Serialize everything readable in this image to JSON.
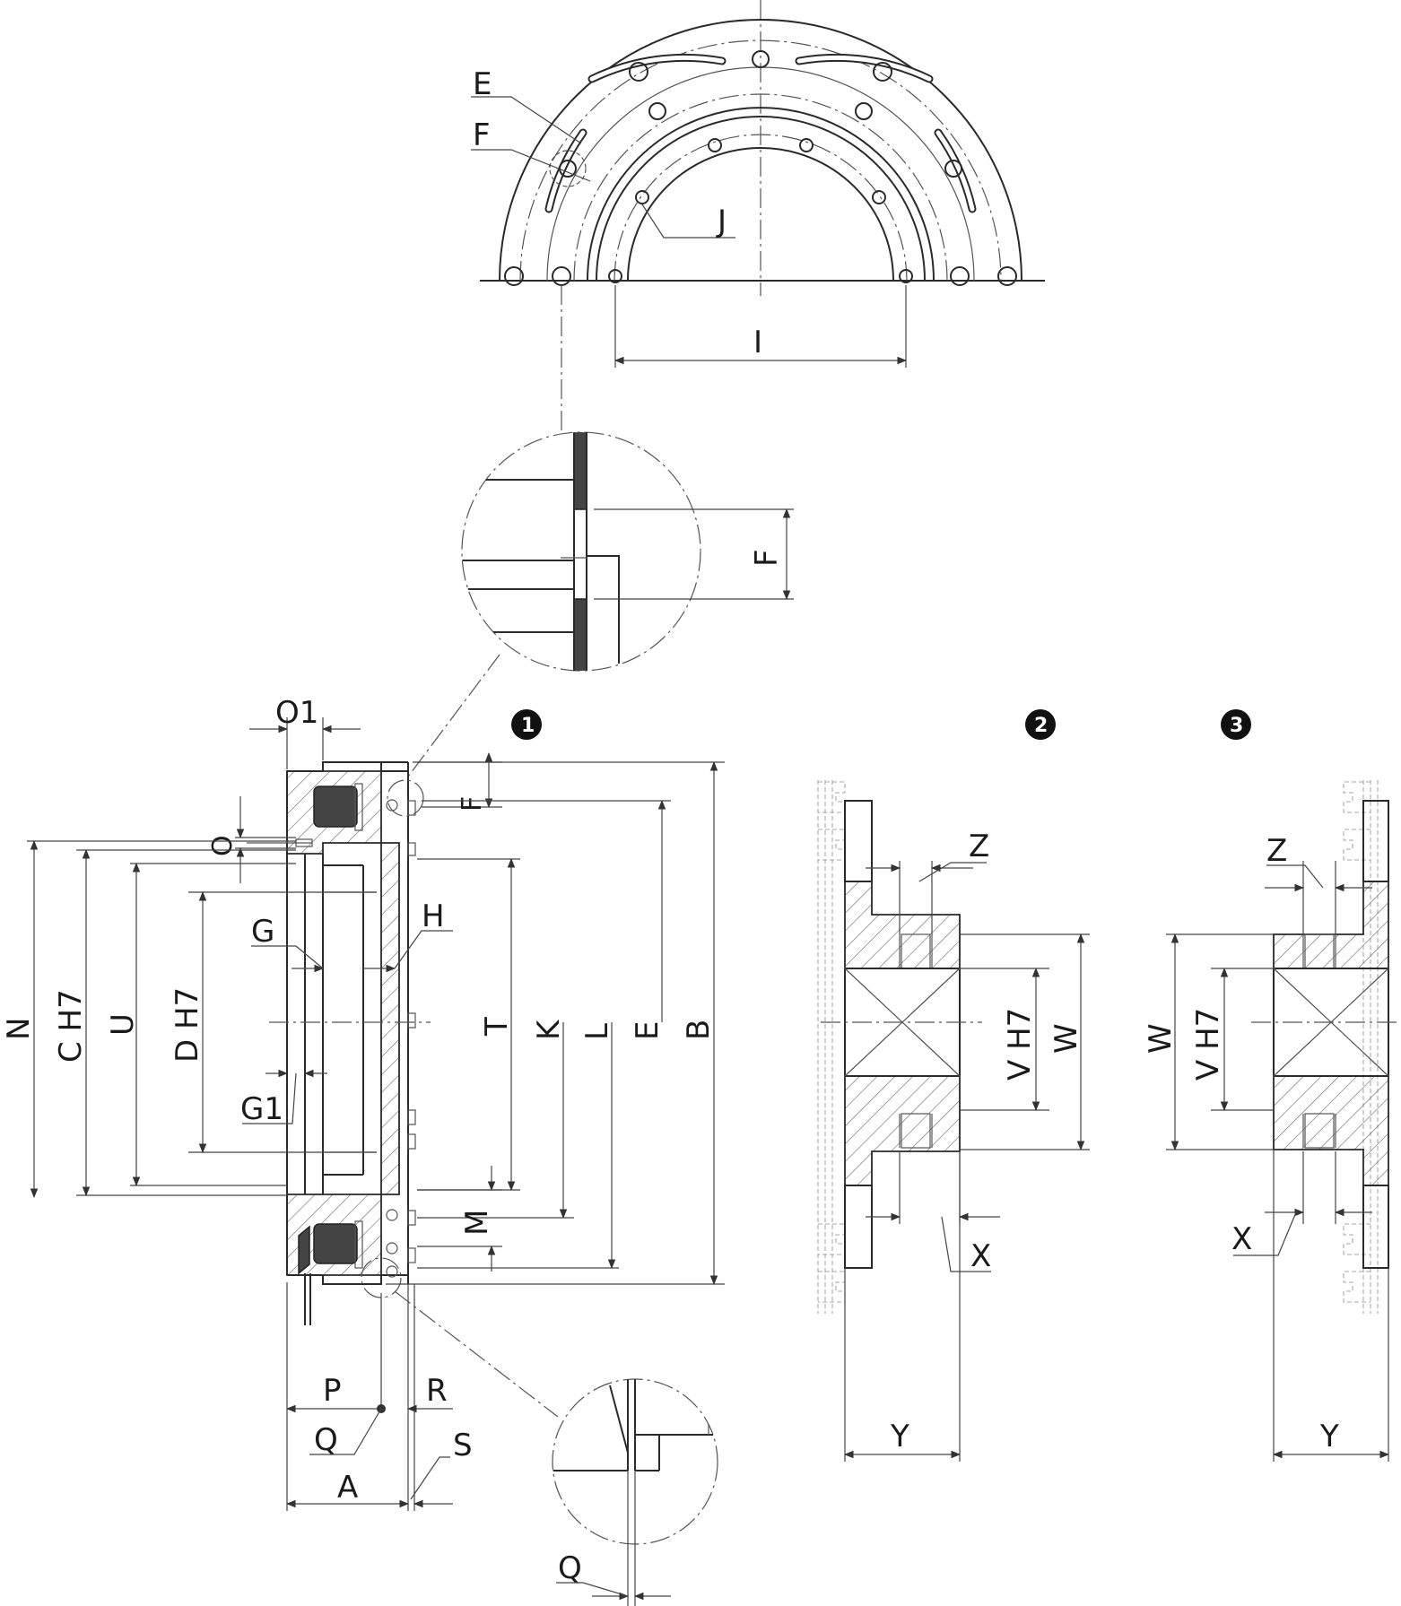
{
  "views": {
    "top": {
      "labels": [
        "E",
        "F",
        "J",
        "I"
      ]
    },
    "detail_upper": {
      "labels": [
        "F"
      ]
    },
    "section": {
      "labels": [
        "O1",
        "O",
        "F",
        "N",
        "C H7",
        "U",
        "D H7",
        "G",
        "H",
        "G1",
        "T",
        "K",
        "L",
        "E",
        "B",
        "M",
        "P",
        "Q",
        "R",
        "S",
        "A"
      ]
    },
    "detail_lower": {
      "labels": [
        "Q"
      ]
    },
    "variant2": {
      "badge": "2",
      "labels": [
        "Z",
        "V H7",
        "W",
        "X",
        "Y"
      ]
    },
    "variant3": {
      "badge": "3",
      "labels": [
        "Z",
        "W",
        "V H7",
        "X",
        "Y"
      ]
    }
  },
  "badges": [
    "1",
    "2",
    "3"
  ],
  "colors": {
    "line": "#2a2a2a",
    "badge": "#111111",
    "background": "#ffffff"
  }
}
